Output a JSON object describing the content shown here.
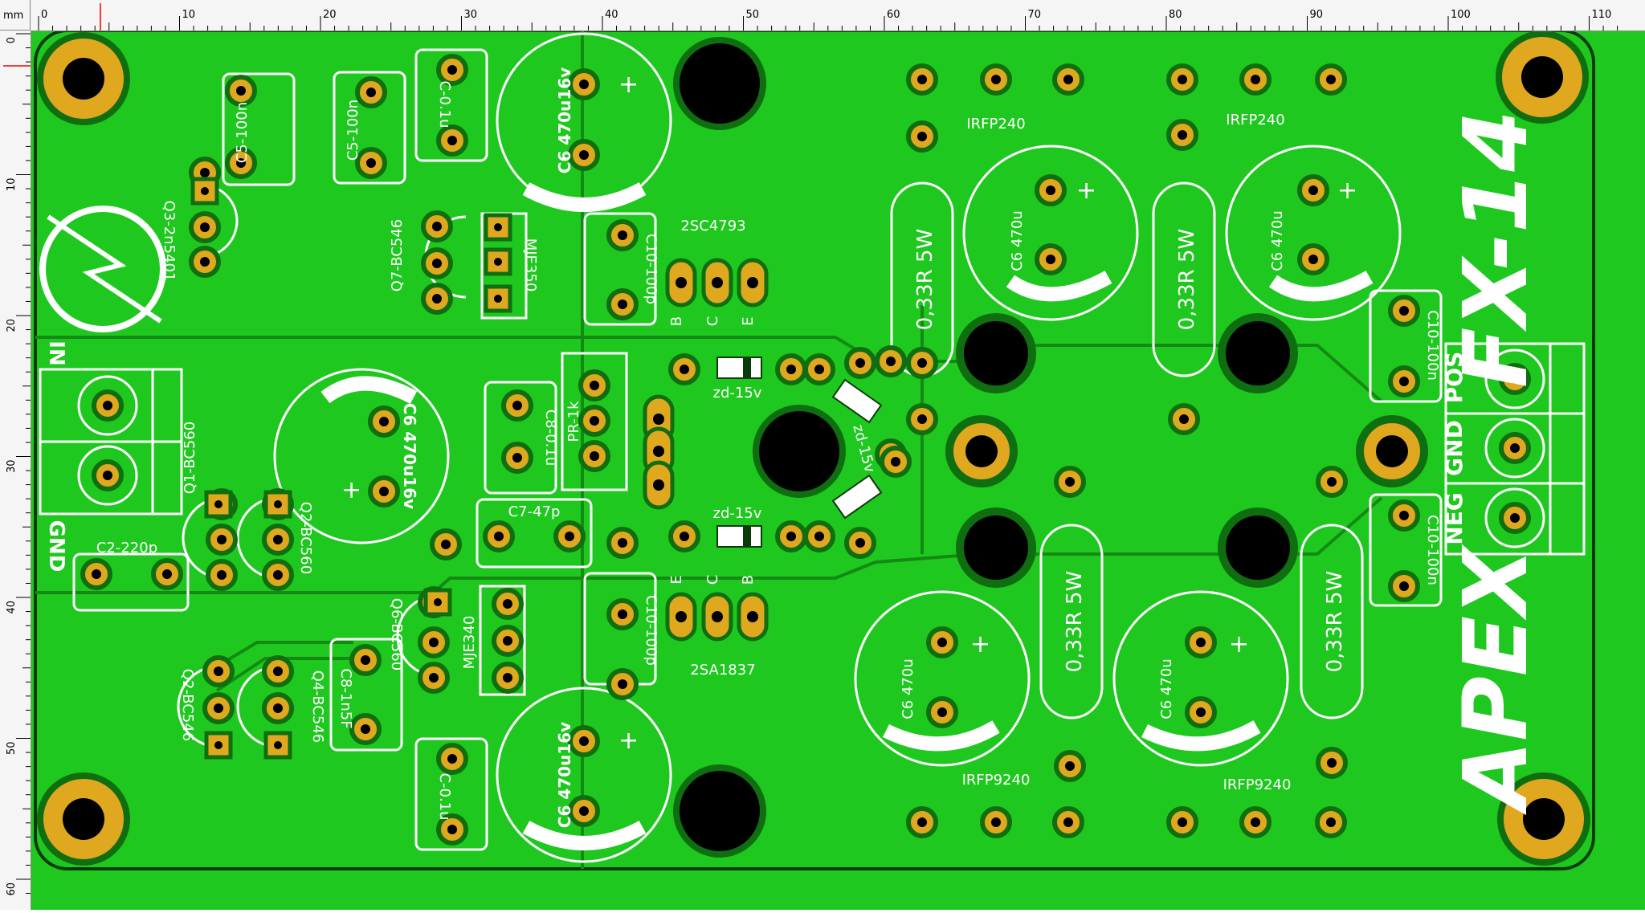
{
  "ruler": {
    "unit": "mm",
    "top_labels": [
      "0",
      "10",
      "20",
      "30",
      "40",
      "50",
      "60",
      "70",
      "80",
      "90",
      "100",
      "110"
    ],
    "left_labels": [
      "0",
      "10",
      "20",
      "30",
      "40",
      "50",
      "60"
    ]
  },
  "silk": {
    "brand": "APEX",
    "model": "FX-14",
    "in": "IN",
    "gnd": "GND",
    "pos": "POS",
    "gnd2": "GND",
    "neg": "NEG",
    "plus": "+"
  },
  "components": {
    "c5a": "C5-100n",
    "c5b": "C5-100n",
    "c0top": "C-0.1u",
    "c6_top": "C6 470u16v",
    "c6_left": "C6 470u16v",
    "c6_bottom": "C6 470u16v",
    "q3": "Q3-2n5401",
    "q7": "Q7-BC546",
    "mje350": "MJE350",
    "c10_top": "C10-100p",
    "t_2sc4793": "2SC4793",
    "pr1k": "PR-1k",
    "c8": "C8-0.1u",
    "zd1": "zd-15v",
    "zd2": "zd-15v",
    "zd3": "zd-15v",
    "q1": "Q1-BC560",
    "q2a": "Q2-BC560",
    "c2": "C2-220p",
    "c7": "C7-47p",
    "q6": "Q6-BC560",
    "mje340": "MJE340",
    "c10_bot": "C10-100p",
    "t_2sa1837": "2SA1837",
    "q2b": "Q2-BC546",
    "q4": "Q4-BC546",
    "c8b": "C8-1n5F",
    "c0bot": "C-0.1u",
    "irfp240a": "IRFP240",
    "irfp240b": "IRFP240",
    "irfp9240a": "IRFP9240",
    "irfp9240b": "IRFP9240",
    "r1": "0,33R 5W",
    "r2": "0,33R 5W",
    "r3": "0,33R 5W",
    "r4": "0,33R 5W",
    "c470a": "C6 470u",
    "c470b": "C6 470u",
    "c470c": "C6 470u",
    "c470d": "C6 470u",
    "c10_r1": "C10-100n",
    "c10_r2": "C10-100n",
    "pin_b": "B",
    "pin_c": "C",
    "pin_e": "E"
  },
  "colors": {
    "board": "#1fc81f",
    "pad": "#e0a81e",
    "silk": "#ffffff",
    "trace": "#148a14"
  }
}
